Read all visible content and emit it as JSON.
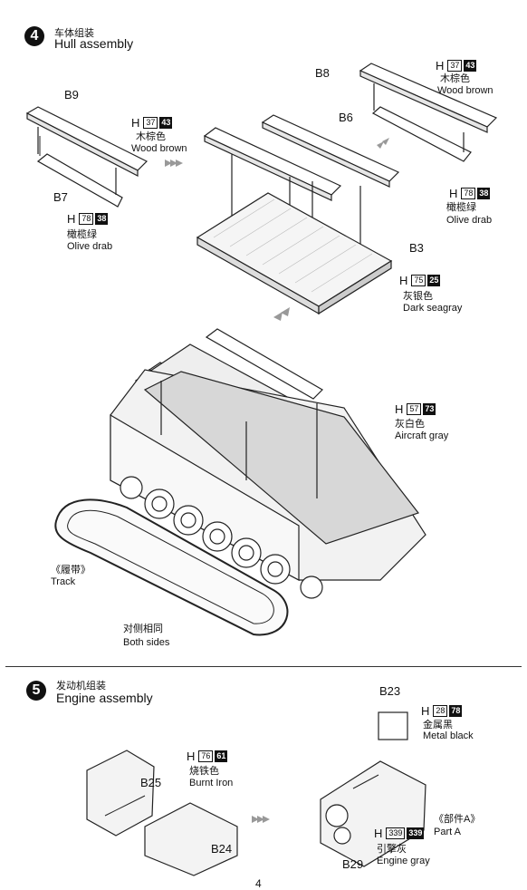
{
  "step4": {
    "number": "4",
    "title_cn": "车体组装",
    "title_en": "Hull assembly"
  },
  "step5": {
    "number": "5",
    "title_cn": "发动机组装",
    "title_en": "Engine assembly"
  },
  "parts": {
    "b8": "B8",
    "b9": "B9",
    "b6": "B6",
    "b7": "B7",
    "b3": "B3",
    "b25": "B25",
    "b24": "B24",
    "b23": "B23",
    "b29": "B29"
  },
  "colors": {
    "wood_brown_b8": {
      "prefix": "H",
      "code": "37",
      "alt": "43",
      "cn": "木棕色",
      "en": "Wood brown"
    },
    "wood_brown_b9": {
      "prefix": "H",
      "code": "37",
      "alt": "43",
      "cn": "木棕色",
      "en": "Wood brown"
    },
    "olive_b6": {
      "prefix": "H",
      "code": "78",
      "alt": "38",
      "cn": "橄榄绿",
      "en": "Olive drab"
    },
    "olive_b7": {
      "prefix": "H",
      "code": "78",
      "alt": "38",
      "cn": "橄榄绿",
      "en": "Olive drab"
    },
    "seagray": {
      "prefix": "H",
      "code": "75",
      "alt": "25",
      "cn": "灰银色",
      "en": "Dark seagray"
    },
    "aircraft": {
      "prefix": "H",
      "code": "57",
      "alt": "73",
      "cn": "灰白色",
      "en": "Aircraft gray"
    },
    "metal_black": {
      "prefix": "H",
      "code": "28",
      "alt": "78",
      "cn": "金属黑",
      "en": "Metal black"
    },
    "burnt_iron": {
      "prefix": "H",
      "code": "76",
      "alt": "61",
      "cn": "烧铁色",
      "en": "Burnt Iron"
    },
    "engine_gray": {
      "prefix": "H",
      "code": "339",
      "alt": "339",
      "cn": "引擎灰",
      "en": "Engine gray"
    }
  },
  "track": {
    "cn": "《履带》",
    "en": "Track"
  },
  "both_sides": {
    "cn": "对侧相同",
    "en": "Both sides"
  },
  "part_a": {
    "cn": "《部件A》",
    "en": "Part A"
  },
  "page_number": "4"
}
